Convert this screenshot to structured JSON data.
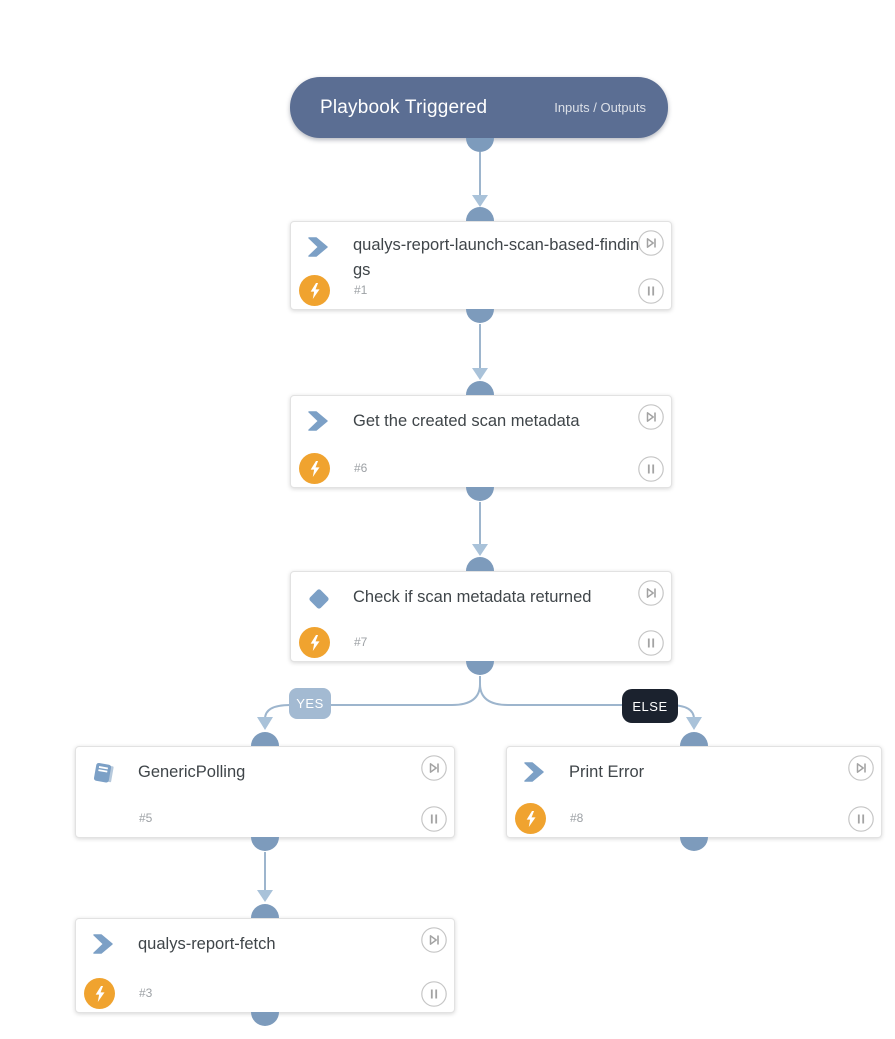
{
  "trigger": {
    "title": "Playbook Triggered",
    "io_link": "Inputs / Outputs"
  },
  "branches": {
    "yes_label": "YES",
    "else_label": "ELSE"
  },
  "nodes": [
    {
      "title": "qualys-report-launch-scan-based-findings",
      "id": "#1",
      "type": "command",
      "type_icon": "command-chevron-icon",
      "has_automation_badge": true
    },
    {
      "title": "Get the created scan metadata",
      "id": "#6",
      "type": "command",
      "type_icon": "command-chevron-icon",
      "has_automation_badge": true
    },
    {
      "title": "Check if scan metadata returned",
      "id": "#7",
      "type": "condition",
      "type_icon": "condition-diamond-icon",
      "has_automation_badge": true
    },
    {
      "title": "GenericPolling",
      "id": "#5",
      "type": "sub-playbook",
      "type_icon": "playbook-book-icon",
      "has_automation_badge": false
    },
    {
      "title": "Print Error",
      "id": "#8",
      "type": "command",
      "type_icon": "command-chevron-icon",
      "has_automation_badge": true
    },
    {
      "title": "qualys-report-fetch",
      "id": "#3",
      "type": "command",
      "type_icon": "command-chevron-icon",
      "has_automation_badge": true
    }
  ],
  "card_actions": {
    "skip": "skip-to-next",
    "pause": "pause"
  },
  "colors": {
    "trigger_bg": "#5b6e93",
    "connector_node": "#7d9bbc",
    "connector_line": "#9db5cd",
    "arrowhead": "#a9c2d9",
    "type_icon_blue": "#7ca0c6",
    "automation_badge_orange": "#f0a32f",
    "yes_label_bg": "#a3bad2",
    "else_label_bg": "#1b222e",
    "title_text": "#3f4549",
    "task_number_text": "#9da1a5"
  }
}
